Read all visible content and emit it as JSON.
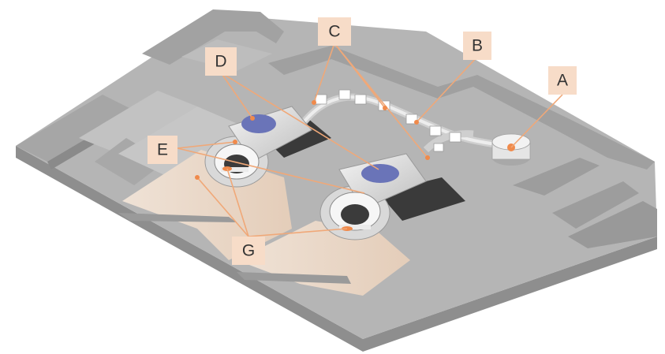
{
  "labels": {
    "a": "A",
    "b": "B",
    "c": "C",
    "d": "D",
    "e": "E",
    "g": "G"
  },
  "colors": {
    "floor": "#c9c9c9",
    "wall_top": "#a7a7a7",
    "wall_side": "#8d8d8d",
    "room_floor": "#ead8c8",
    "accent": "#f08a4b",
    "label_bg": "#f7dcc8",
    "magnet_blue": "#6a74b8"
  }
}
